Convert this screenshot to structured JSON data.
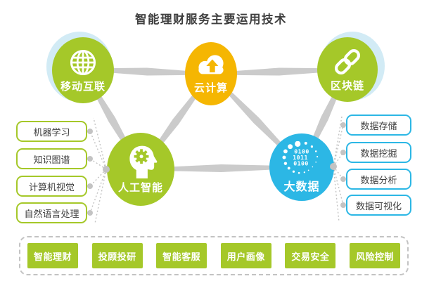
{
  "title": "智能理财服务主要运用技术",
  "nodes": [
    {
      "id": "mobile-internet",
      "label": "移动互联",
      "icon": "globe-icon",
      "color": "#a5c829"
    },
    {
      "id": "cloud-computing",
      "label": "云计算",
      "icon": "cloud-upload-icon",
      "color": "#f5b602"
    },
    {
      "id": "blockchain",
      "label": "区块链",
      "icon": "chain-link-icon",
      "color": "#a5c829"
    },
    {
      "id": "artificial-intelligence",
      "label": "人工智能",
      "icon": "head-gear-icon",
      "color": "#a5c829"
    },
    {
      "id": "big-data",
      "label": "大数据",
      "icon": "binary-dots-icon",
      "color": "#2cb7e5",
      "binary_lines": [
        "0100",
        "1011",
        "0100"
      ]
    }
  ],
  "left_boxes": [
    "机器学习",
    "知识图谱",
    "计算机视觉",
    "自然语言处理"
  ],
  "right_boxes": [
    "数据存储",
    "数据挖掘",
    "数据分析",
    "数据可视化"
  ],
  "bottom_buttons": [
    "智能理财",
    "投顾投研",
    "智能客服",
    "用户画像",
    "交易安全",
    "风险控制"
  ],
  "colors": {
    "green": "#a5c829",
    "yellow": "#f5b602",
    "blue": "#2cb7e5",
    "halo_blue": "#d2ebf5",
    "connector_gray": "#cbcbcb",
    "dot_gray": "#c3c3c3",
    "text_dark": "#3f3f3f"
  }
}
